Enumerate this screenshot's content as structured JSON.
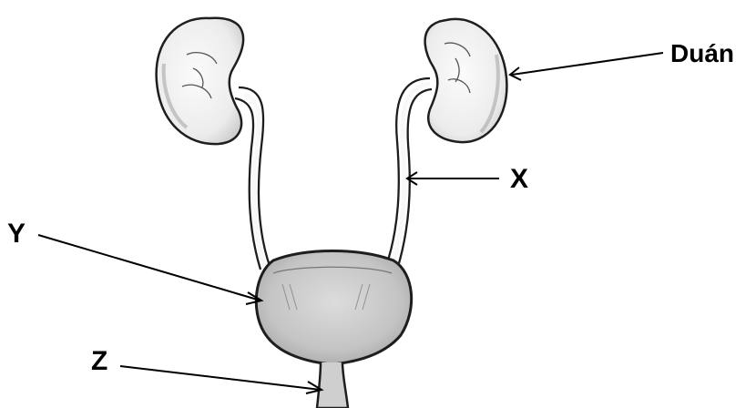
{
  "labels": {
    "kidney": "Duán",
    "ureter": "X",
    "bladder": "Y",
    "urethra": "Z"
  },
  "colors": {
    "background": "#ffffff",
    "outline": "#1e1e1e",
    "bladder_fill": "#c9c9c9",
    "kidney_fill": "#f3f3f3",
    "shade": "#9a9a9a"
  }
}
